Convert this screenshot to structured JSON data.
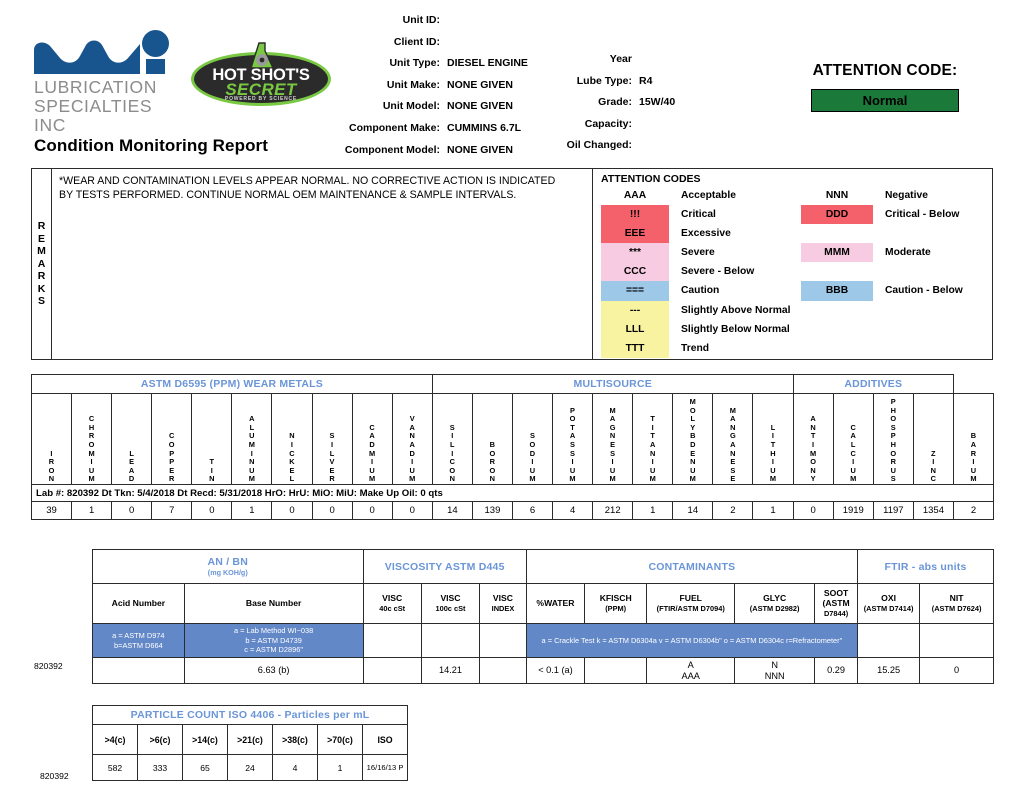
{
  "header": {
    "company_name_line1": "LUBRICATION",
    "company_name_line2": "SPECIALTIES INC",
    "brand_line1": "HOT SHOT'S",
    "brand_line2": "SECRET",
    "brand_tagline": "POWERED BY SCIENCE",
    "report_title": "Condition Monitoring Report",
    "fields_left": [
      {
        "label": "Unit ID:",
        "value": ""
      },
      {
        "label": "Client ID:",
        "value": ""
      },
      {
        "label": "Unit Type:",
        "value": "DIESEL ENGINE"
      },
      {
        "label": "Unit Make:",
        "value": "NONE GIVEN"
      },
      {
        "label": "Unit Model:",
        "value": "NONE GIVEN"
      },
      {
        "label": "Component Make:",
        "value": "CUMMINS 6.7L"
      },
      {
        "label": "Component Model:",
        "value": "NONE GIVEN"
      }
    ],
    "fields_right": [
      {
        "label": "Year",
        "value": ""
      },
      {
        "label": "Lube Type:",
        "value": "R4"
      },
      {
        "label": "Grade:",
        "value": "15W/40"
      },
      {
        "label": "Capacity:",
        "value": ""
      },
      {
        "label": "Oil Changed:",
        "value": ""
      }
    ],
    "attention_code_title": "ATTENTION CODE:",
    "attention_code_value": "Normal",
    "attention_code_color": "#1b7a3a"
  },
  "remarks": {
    "side_label": "REMARKS",
    "text": "*WEAR AND CONTAMINATION LEVELS APPEAR NORMAL. NO CORRECTIVE ACTION IS INDICATED BY TESTS PERFORMED. CONTINUE NORMAL OEM MAINTENANCE & SAMPLE INTERVALS."
  },
  "attention_codes": {
    "title": "ATTENTION CODES",
    "colors": {
      "red": "#f4616a",
      "pink": "#f7cce2",
      "blue": "#9dc8e8",
      "yellow": "#f7f3a0",
      "white": "#ffffff"
    },
    "left_column": [
      {
        "code": "AAA",
        "desc": "Acceptable",
        "color": "#ffffff"
      },
      {
        "code": "!!!",
        "desc": "Critical",
        "color": "#f4616a"
      },
      {
        "code": "EEE",
        "desc": "Excessive",
        "color": "#f4616a"
      },
      {
        "code": "***",
        "desc": "Severe",
        "color": "#f7cce2"
      },
      {
        "code": "CCC",
        "desc": "Severe - Below",
        "color": "#f7cce2"
      },
      {
        "code": "===",
        "desc": "Caution",
        "color": "#9dc8e8"
      },
      {
        "code": "---",
        "desc": "Slightly Above Normal",
        "color": "#f7f3a0"
      },
      {
        "code": "LLL",
        "desc": "Slightly Below Normal",
        "color": "#f7f3a0"
      },
      {
        "code": "TTT",
        "desc": "Trend",
        "color": "#f7f3a0"
      }
    ],
    "right_column": [
      {
        "code": "NNN",
        "desc": "Negative",
        "color": "#ffffff"
      },
      {
        "code": "DDD",
        "desc": "Critical - Below",
        "color": "#f4616a"
      },
      {
        "code": "",
        "desc": "",
        "color": "#ffffff"
      },
      {
        "code": "MMM",
        "desc": "Moderate",
        "color": "#f7cce2"
      },
      {
        "code": "",
        "desc": "",
        "color": "#ffffff"
      },
      {
        "code": "BBB",
        "desc": "Caution - Below",
        "color": "#9dc8e8"
      },
      {
        "code": "",
        "desc": "",
        "color": "#ffffff"
      },
      {
        "code": "",
        "desc": "",
        "color": "#ffffff"
      },
      {
        "code": "",
        "desc": "",
        "color": "#ffffff"
      }
    ]
  },
  "metals_table": {
    "groups": [
      {
        "title": "ASTM D6595 (PPM) WEAR METALS",
        "span": 10
      },
      {
        "title": "MULTISOURCE",
        "span": 9
      },
      {
        "title": "ADDITIVES",
        "span": 4
      }
    ],
    "columns": [
      "IRON",
      "CHROMIUM",
      "LEAD",
      "COPPER",
      "TIN",
      "ALUMINUM",
      "NICKEL",
      "SILVER",
      "CADMIUM",
      "VANADIUM",
      "SILICON",
      "BORON",
      "SODIUM",
      "POTASSIUM",
      "MAGNESIUM",
      "TITANIUM",
      "MOLYBDENUM",
      "MANGANESE",
      "LITHIUM",
      "ANTIMONY",
      "CALCIUM",
      "PHOSPHORUS",
      "ZINC",
      "BARIUM"
    ],
    "lab_info": "Lab #: 820392   Dt Tkn: 5/4/2018   Dt Recd: 5/31/2018     HrO:   HrU:   MiO:   MiU:   Make Up Oil: 0 qts",
    "values": [
      "39",
      "1",
      "0",
      "7",
      "0",
      "1",
      "0",
      "0",
      "0",
      "0",
      "14",
      "139",
      "6",
      "4",
      "212",
      "1",
      "14",
      "2",
      "1",
      "0",
      "1919",
      "1197",
      "1354",
      "2"
    ]
  },
  "chem_table": {
    "groups": [
      {
        "title": "AN / BN",
        "subtitle": "(mg KOH/g)",
        "span": 2
      },
      {
        "title": "VISCOSITY ASTM D445",
        "subtitle": "",
        "span": 3
      },
      {
        "title": "CONTAMINANTS",
        "subtitle": "",
        "span": 5
      },
      {
        "title": "FTIR - abs units",
        "subtitle": "",
        "span": 2
      }
    ],
    "columns": [
      {
        "main": "Acid Number",
        "sub": ""
      },
      {
        "main": "Base Number",
        "sub": ""
      },
      {
        "main": "VISC",
        "sub": "40c cSt"
      },
      {
        "main": "VISC",
        "sub": "100c cSt"
      },
      {
        "main": "VISC",
        "sub": "INDEX"
      },
      {
        "main": "%WATER",
        "sub": ""
      },
      {
        "main": "KFISCH",
        "sub": "(PPM)"
      },
      {
        "main": "FUEL",
        "sub": "(FTIR/ASTM D7094)"
      },
      {
        "main": "GLYC",
        "sub": "(ASTM D2982)"
      },
      {
        "main": "SOOT (ASTM",
        "sub": "D7844)"
      },
      {
        "main": "OXI",
        "sub": "(ASTM D7414)"
      },
      {
        "main": "NIT",
        "sub": "(ASTM D7624)"
      }
    ],
    "method_acid": "a = ASTM D974\nb=ASTM D664",
    "method_base": "a = Lab Method WI~038\nb = ASTM D4739\nc = ASTM D2896\"",
    "method_contaminants": "a = Crackle Test k = ASTM D6304a v = ASTM D6304b\" o = ASTM D6304c r=Refractometer\"",
    "lab_number": "820392",
    "values": [
      "",
      "6.63 (b)",
      "",
      "14.21",
      "",
      "< 0.1 (a)",
      "",
      "A\nAAA",
      "N\nNNN",
      "0.29",
      "15.25",
      "0"
    ]
  },
  "particle_table": {
    "title": "PARTICLE COUNT ISO 4406 - Particles per mL",
    "columns": [
      ">4(c)",
      ">6(c)",
      ">14(c)",
      ">21(c)",
      ">38(c)",
      ">70(c)",
      "ISO"
    ],
    "lab_number": "820392",
    "values": [
      "582",
      "333",
      "65",
      "24",
      "4",
      "1",
      "16/16/13 P"
    ]
  }
}
